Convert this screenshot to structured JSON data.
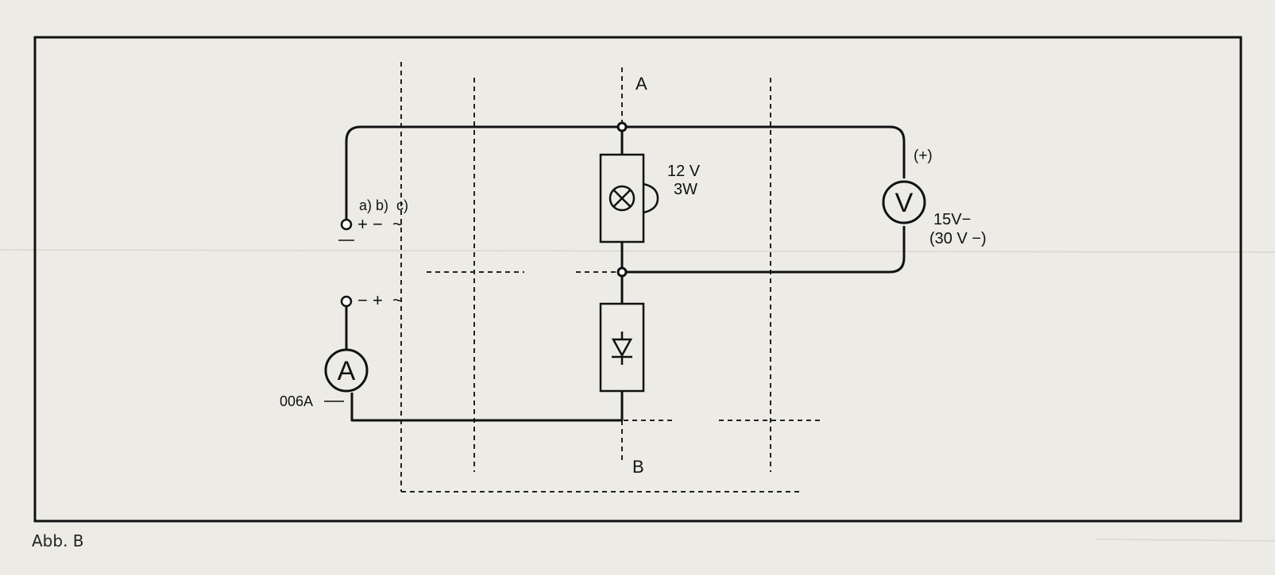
{
  "figure_caption": "Abb. B",
  "points": {
    "top": "A",
    "bottom": "B"
  },
  "source": {
    "options": "a) b)  c)",
    "symbols": "+ −  ~"
  },
  "ammeter_input": {
    "symbols": "− +  ~"
  },
  "lamp": {
    "voltage": "12 V",
    "power": "3W"
  },
  "voltmeter": {
    "symbol": "V",
    "polarity": "(+)",
    "range1": "15V−",
    "range2": "(30 V −)"
  },
  "ammeter": {
    "symbol": "A",
    "range": "006A"
  }
}
